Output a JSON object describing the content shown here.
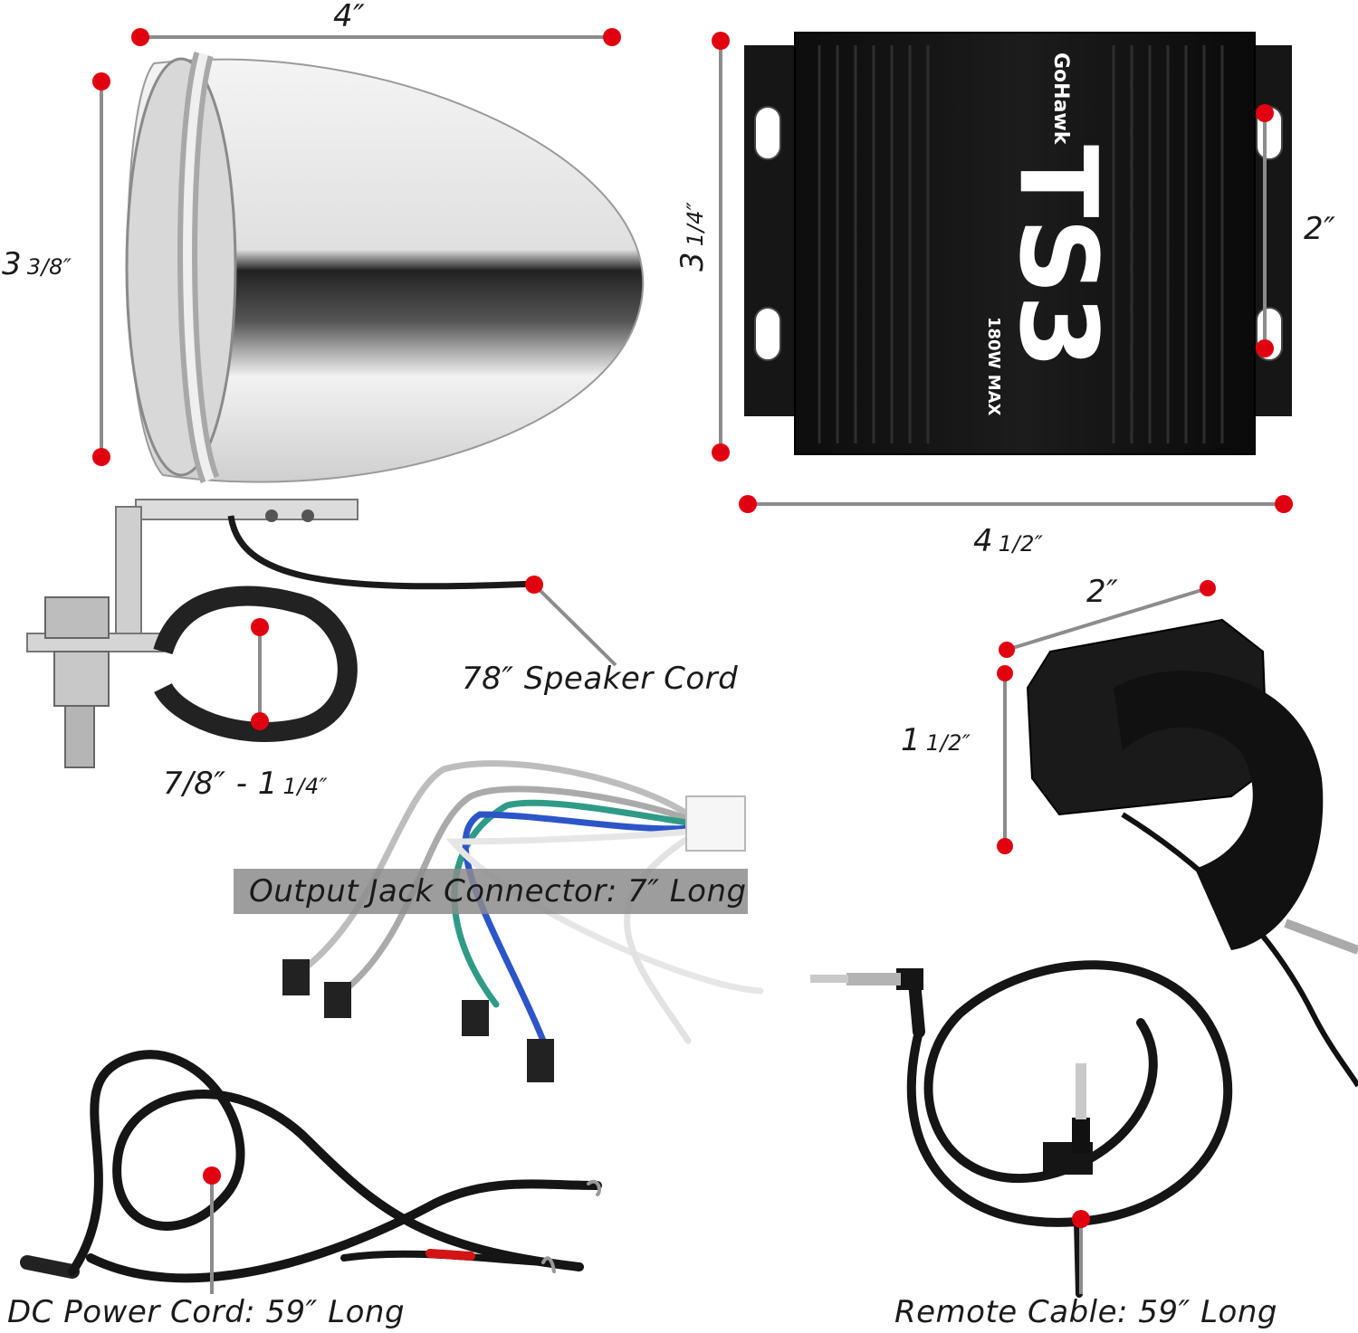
{
  "speaker": {
    "width": "4″",
    "height_whole": "3",
    "height_frac": "3/8″",
    "clamp_min": "7/8″ - 1",
    "clamp_frac": "1/4″",
    "cord": "78″ Speaker Cord"
  },
  "amplifier": {
    "brand": "GoHawk",
    "model": "TS3",
    "power": "180W MAX",
    "height_whole": "3",
    "height_frac": "1/4″",
    "width_whole": "4",
    "width_frac": "1/2″",
    "mount_spacing": "2″"
  },
  "remote": {
    "width": "2″",
    "height_whole": "1",
    "height_frac": "1/2″",
    "cable": "Remote Cable: 59″ Long"
  },
  "connector": {
    "label": "Output Jack Connector: 7″ Long"
  },
  "power": {
    "label": "DC Power Cord: 59″ Long"
  },
  "colors": {
    "marker": "#e1000f",
    "dim_line": "#8c8c8c",
    "chrome": "#c8c8c8",
    "black_body": "#141414"
  }
}
